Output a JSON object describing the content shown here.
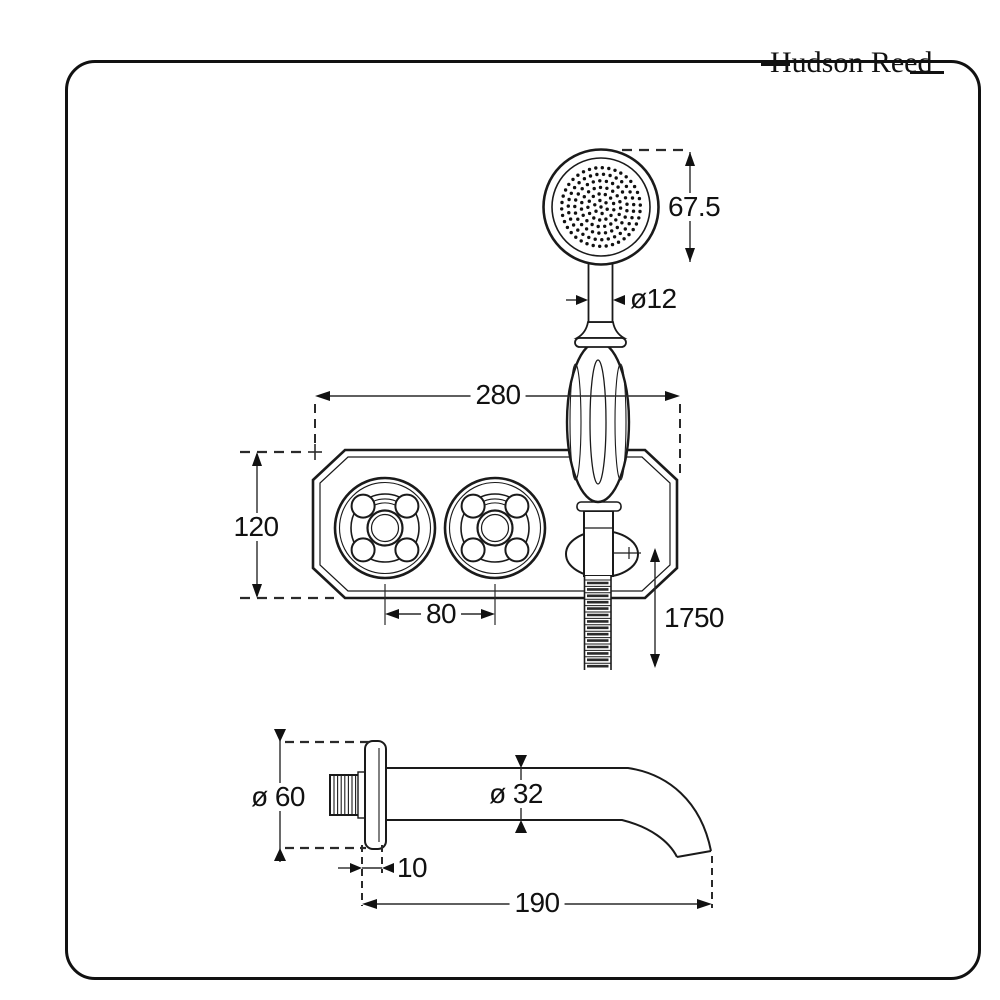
{
  "brand": {
    "name": "Hudson Reed"
  },
  "drawing": {
    "dimensions": {
      "head_height": "67.5",
      "connector_diameter": "ø12",
      "plate_width": "280",
      "plate_height": "120",
      "handle_spacing": "80",
      "hose_length": "1750",
      "flange_diameter": "ø 60",
      "spout_diameter": "ø 32",
      "flange_depth": "10",
      "spout_reach": "190"
    }
  }
}
